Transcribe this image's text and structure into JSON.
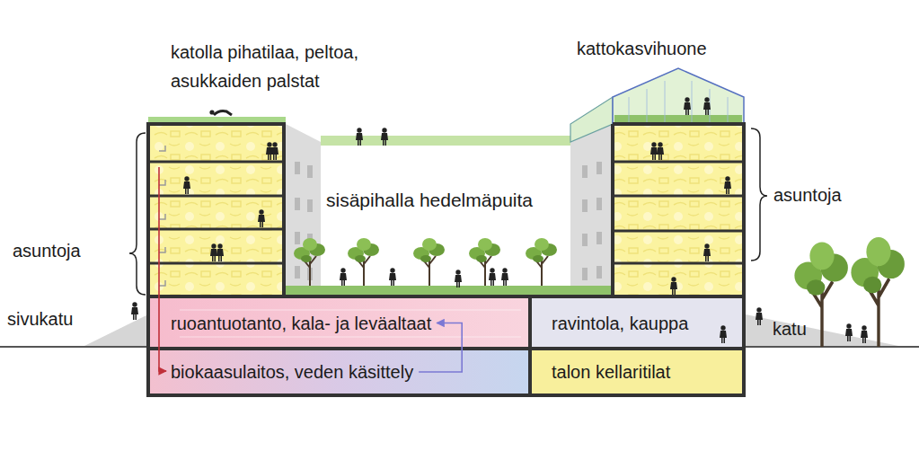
{
  "diagram": {
    "nodes": [
      {
        "text": [
          "ruoantuotanto, kala- ja leväaltaat"
        ]
      },
      {
        "text": [
          "biokaasulaitos, veden käsittely"
        ]
      },
      {
        "text": [
          "ravintola, kauppa"
        ]
      },
      {
        "text": [
          "talon kellaritilat"
        ]
      }
    ],
    "edges": [
      {
        "from": 1,
        "to": 0,
        "arrow": "to"
      }
    ],
    "labels": [
      "katolla pihatilaa, peltoa, asukkaiden palstat",
      "kattokasvihuone",
      "asuntoja",
      "sisäpihalla hedelmäpuita",
      "asuntoja",
      "sivukatu",
      "katu"
    ]
  }
}
